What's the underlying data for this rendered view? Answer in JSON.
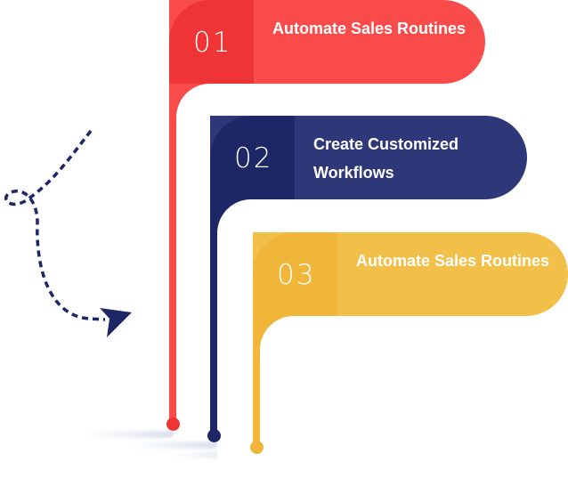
{
  "steps": [
    {
      "number": "01",
      "label": "Automate Sales Routines",
      "color": "#fa4b4b",
      "color_dark": "#ee3434"
    },
    {
      "number": "02",
      "label": "Create Customized Workflows",
      "color": "#2e3878",
      "color_dark": "#1e2766"
    },
    {
      "number": "03",
      "label": "Automate Sales Routines",
      "color": "#f2bf48",
      "color_dark": "#efb63a"
    }
  ],
  "decoration": {
    "arrow_color": "#1e2766",
    "icon": "dashed-curved-arrow-icon"
  }
}
